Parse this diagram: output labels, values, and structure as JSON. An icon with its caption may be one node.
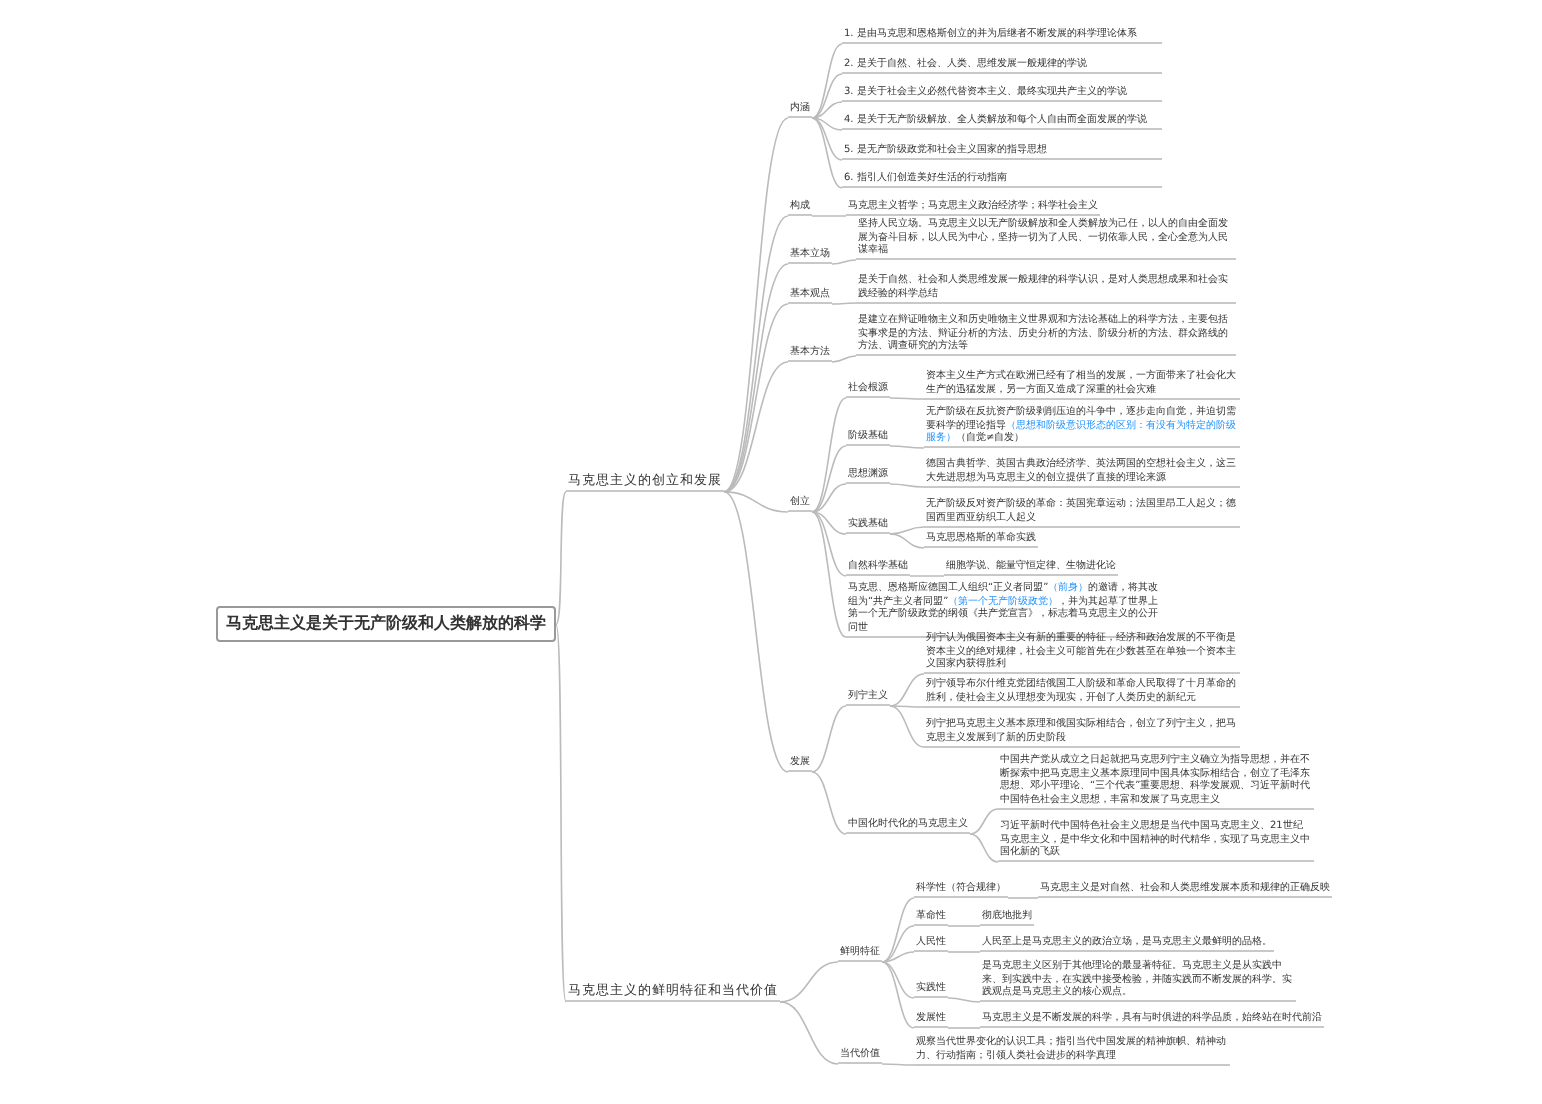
{
  "diagram": {
    "nodes": [
      {
        "text": [
          "马克思主义是关于无产阶级和人类解放的科学"
        ]
      },
      {
        "text": [
          "马克思主义的创立和发展"
        ]
      },
      {
        "text": [
          "内涵"
        ]
      },
      {
        "text": [
          "1. 是由马克思和恩格斯创立的并为后继者不断发展的科学理论体系"
        ]
      },
      {
        "text": [
          "2. 是关于自然、社会、人类、思维发展一般规律的学说"
        ]
      },
      {
        "text": [
          "3. 是关于社会主义必然代替资本主义、最终实现共产主义的学说"
        ]
      },
      {
        "text": [
          "4. 是关于无产阶级解放、全人类解放和每个人自由而全面发展的学说"
        ]
      },
      {
        "text": [
          "5. 是无产阶级政党和社会主义国家的指导思想"
        ]
      },
      {
        "text": [
          "6. 指引人们创造美好生活的行动指南"
        ]
      },
      {
        "text": [
          "构成"
        ]
      },
      {
        "text": [
          "马克思主义哲学；马克思主义政治经济学；科学社会主义"
        ]
      },
      {
        "text": [
          "基本立场"
        ]
      },
      {
        "text": [
          "坚持人民立场。马克思主义以无产阶级解放和全人类解放为己任，以人的自由全面发展为奋斗目标，以人民为中心，坚持一切为了人民、一切依靠人民，全心全意为人民谋幸福"
        ]
      },
      {
        "text": [
          "基本观点"
        ]
      },
      {
        "text": [
          "是关于自然、社会和人类思维发展一般规律的科学认识，是对人类思想成果和社会实践经验的科学总结"
        ]
      },
      {
        "text": [
          "基本方法"
        ]
      },
      {
        "text": [
          "是建立在辩证唯物主义和历史唯物主义世界观和方法论基础上的科学方法，主要包括实事求是的方法、辩证分析的方法、历史分析的方法、阶级分析的方法、群众路线的方法、调查研究的方法等"
        ]
      },
      {
        "text": [
          "创立"
        ]
      },
      {
        "text": [
          "社会根源"
        ]
      },
      {
        "text": [
          "资本主义生产方式在欧洲已经有了相当的发展，一方面带来了社会化大生产的迅猛发展，另一方面又造成了深重的社会灾难"
        ]
      },
      {
        "text": [
          "阶级基础"
        ]
      },
      {
        "text": [
          "无产阶级在反抗资产阶级剥削压迫的斗争中，逐步走向自觉，并迫切需要科学的理论指导",
          "（思想和阶级意识形态的区别：有没有为特定的阶级服务）",
          "（自觉≠自发）"
        ]
      },
      {
        "text": [
          "思想渊源"
        ]
      },
      {
        "text": [
          "德国古典哲学、英国古典政治经济学、英法两国的空想社会主义，这三大先进思想为马克思主义的创立提供了直接的理论来源"
        ]
      },
      {
        "text": [
          "实践基础"
        ]
      },
      {
        "text": [
          "无产阶级反对资产阶级的革命：英国宪章运动；法国里昂工人起义；德国西里西亚纺织工人起义"
        ]
      },
      {
        "text": [
          "马克思恩格斯的革命实践"
        ]
      },
      {
        "text": [
          "自然科学基础"
        ]
      },
      {
        "text": [
          "细胞学说、能量守恒定律、生物进化论"
        ]
      },
      {
        "text": [
          "马克思、恩格斯应德国工人组织“正义者同盟”",
          "（前身）",
          "的邀请，将其改组为“共产主义者同盟”",
          "（第一个无产阶级政党）",
          "，并为其起草了世界上第一个无产阶级政党的纲领《共产党宣言》，标志着马克思主义的公开问世"
        ]
      },
      {
        "text": [
          "发展"
        ]
      },
      {
        "text": [
          "列宁主义"
        ]
      },
      {
        "text": [
          "列宁认为俄国资本主义有新的重要的特征，经济和政治发展的不平衡是资本主义的绝对规律，社会主义可能首先在少数甚至在单独一个资本主义国家内获得胜利"
        ]
      },
      {
        "text": [
          "列宁领导布尔什维克党团结俄国工人阶级和革命人民取得了十月革命的胜利，使社会主义从理想变为现实，开创了人类历史的新纪元"
        ]
      },
      {
        "text": [
          "列宁把马克思主义基本原理和俄国实际相结合，创立了列宁主义，把马克思主义发展到了新的历史阶段"
        ]
      },
      {
        "text": [
          "中国化时代化的马克思主义"
        ]
      },
      {
        "text": [
          "中国共产党从成立之日起就把马克思列宁主义确立为指导思想，并在不断探索中把马克思主义基本原理同中国具体实际相结合，创立了毛泽东思想、邓小平理论、“三个代表”重要思想、科学发展观、习近平新时代中国特色社会主义思想，丰富和发展了马克思主义"
        ]
      },
      {
        "text": [
          "习近平新时代中国特色社会主义思想是当代中国马克思主义、21世纪马克思主义，是中华文化和中国精神的时代精华，实现了马克思主义中国化新的飞跃"
        ]
      },
      {
        "text": [
          "马克思主义的鲜明特征和当代价值"
        ]
      },
      {
        "text": [
          "鲜明特征"
        ]
      },
      {
        "text": [
          "科学性（符合规律）"
        ]
      },
      {
        "text": [
          "马克思主义是对自然、社会和人类思维发展本质和规律的正确反映"
        ]
      },
      {
        "text": [
          "革命性"
        ]
      },
      {
        "text": [
          "彻底地批判"
        ]
      },
      {
        "text": [
          "人民性"
        ]
      },
      {
        "text": [
          "人民至上是马克思主义的政治立场，是马克思主义最鲜明的品格。"
        ]
      },
      {
        "text": [
          "实践性"
        ]
      },
      {
        "text": [
          "是马克思主义区别于其他理论的最显著特征。马克思主义是从实践中来、到实践中去，在实践中接受检验，并随实践而不断发展的科学。实践观点是马克思主义的核心观点。"
        ]
      },
      {
        "text": [
          "发展性"
        ]
      },
      {
        "text": [
          "马克思主义是不断发展的科学，具有与时俱进的科学品质，始终站在时代前沿"
        ]
      },
      {
        "text": [
          "当代价值"
        ]
      },
      {
        "text": [
          "观察当代世界变化的认识工具；指引当代中国发展的精神旗帜、精神动力、行动指南；引领人类社会进步的科学真理"
        ]
      }
    ],
    "edges": [
      {
        "from": 0,
        "to": 1,
        "arrow": "none"
      },
      {
        "from": 0,
        "to": 38,
        "arrow": "none"
      },
      {
        "from": 1,
        "to": 2,
        "arrow": "none"
      },
      {
        "from": 2,
        "to": 3,
        "arrow": "none"
      },
      {
        "from": 2,
        "to": 4,
        "arrow": "none"
      },
      {
        "from": 2,
        "to": 5,
        "arrow": "none"
      },
      {
        "from": 2,
        "to": 6,
        "arrow": "none"
      },
      {
        "from": 2,
        "to": 7,
        "arrow": "none"
      },
      {
        "from": 2,
        "to": 8,
        "arrow": "none"
      },
      {
        "from": 1,
        "to": 9,
        "arrow": "none"
      },
      {
        "from": 9,
        "to": 10,
        "arrow": "none"
      },
      {
        "from": 1,
        "to": 11,
        "arrow": "none"
      },
      {
        "from": 11,
        "to": 12,
        "arrow": "none"
      },
      {
        "from": 1,
        "to": 13,
        "arrow": "none"
      },
      {
        "from": 13,
        "to": 14,
        "arrow": "none"
      },
      {
        "from": 1,
        "to": 15,
        "arrow": "none"
      },
      {
        "from": 15,
        "to": 16,
        "arrow": "none"
      },
      {
        "from": 1,
        "to": 17,
        "arrow": "none"
      },
      {
        "from": 17,
        "to": 18,
        "arrow": "none"
      },
      {
        "from": 18,
        "to": 19,
        "arrow": "none"
      },
      {
        "from": 17,
        "to": 20,
        "arrow": "none"
      },
      {
        "from": 20,
        "to": 21,
        "arrow": "none"
      },
      {
        "from": 17,
        "to": 22,
        "arrow": "none"
      },
      {
        "from": 22,
        "to": 23,
        "arrow": "none"
      },
      {
        "from": 17,
        "to": 24,
        "arrow": "none"
      },
      {
        "from": 24,
        "to": 25,
        "arrow": "none"
      },
      {
        "from": 24,
        "to": 26,
        "arrow": "none"
      },
      {
        "from": 17,
        "to": 27,
        "arrow": "none"
      },
      {
        "from": 27,
        "to": 28,
        "arrow": "none"
      },
      {
        "from": 17,
        "to": 29,
        "arrow": "none"
      },
      {
        "from": 1,
        "to": 30,
        "arrow": "none"
      },
      {
        "from": 30,
        "to": 31,
        "arrow": "none"
      },
      {
        "from": 31,
        "to": 32,
        "arrow": "none"
      },
      {
        "from": 31,
        "to": 33,
        "arrow": "none"
      },
      {
        "from": 31,
        "to": 34,
        "arrow": "none"
      },
      {
        "from": 30,
        "to": 35,
        "arrow": "none"
      },
      {
        "from": 35,
        "to": 36,
        "arrow": "none"
      },
      {
        "from": 35,
        "to": 37,
        "arrow": "none"
      },
      {
        "from": 38,
        "to": 39,
        "arrow": "none"
      },
      {
        "from": 39,
        "to": 40,
        "arrow": "none"
      },
      {
        "from": 40,
        "to": 41,
        "arrow": "none"
      },
      {
        "from": 39,
        "to": 42,
        "arrow": "none"
      },
      {
        "from": 42,
        "to": 43,
        "arrow": "none"
      },
      {
        "from": 39,
        "to": 44,
        "arrow": "none"
      },
      {
        "from": 44,
        "to": 45,
        "arrow": "none"
      },
      {
        "from": 39,
        "to": 46,
        "arrow": "none"
      },
      {
        "from": 46,
        "to": 47,
        "arrow": "none"
      },
      {
        "from": 39,
        "to": 48,
        "arrow": "none"
      },
      {
        "from": 48,
        "to": 49,
        "arrow": "none"
      },
      {
        "from": 38,
        "to": 50,
        "arrow": "none"
      },
      {
        "from": 50,
        "to": 51,
        "arrow": "none"
      }
    ]
  }
}
